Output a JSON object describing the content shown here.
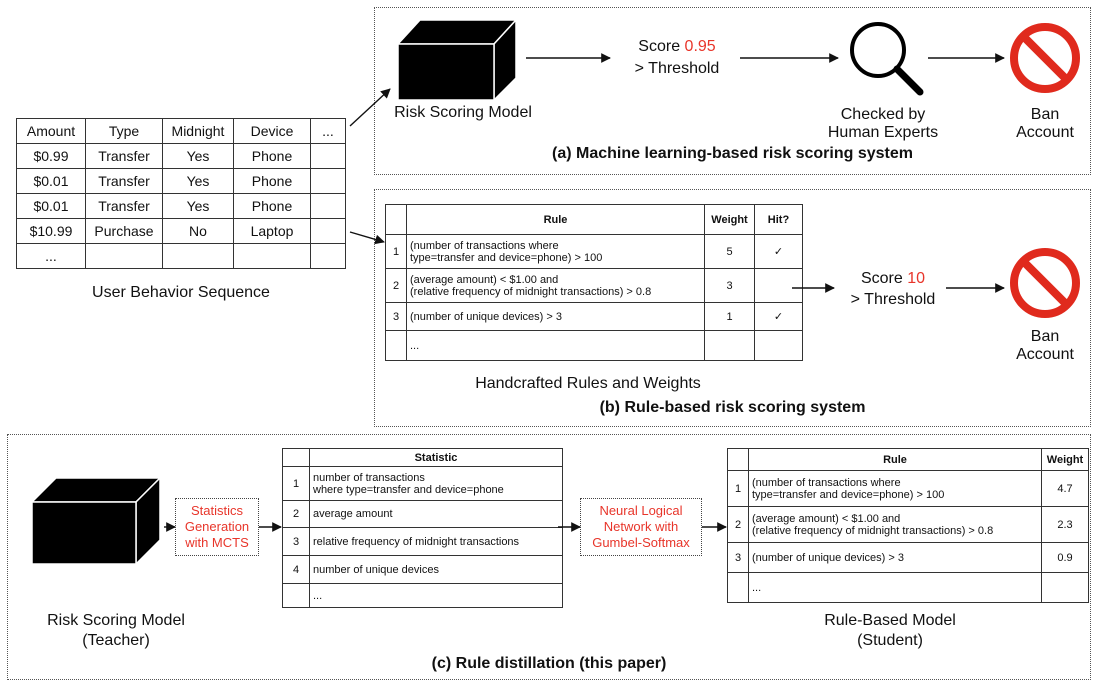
{
  "sequence": {
    "headers": [
      "Amount",
      "Type",
      "Midnight",
      "Device",
      "..."
    ],
    "rows": [
      [
        "$0.99",
        "Transfer",
        "Yes",
        "Phone",
        ""
      ],
      [
        "$0.01",
        "Transfer",
        "Yes",
        "Phone",
        ""
      ],
      [
        "$0.01",
        "Transfer",
        "Yes",
        "Phone",
        ""
      ],
      [
        "$10.99",
        "Purchase",
        "No",
        "Laptop",
        ""
      ],
      [
        "...",
        "",
        "",
        "",
        ""
      ]
    ],
    "caption": "User Behavior Sequence"
  },
  "panel_a": {
    "model_label": "Risk Scoring Model",
    "score_prefix": "Score ",
    "score_value": "0.95",
    "threshold": "> Threshold",
    "checked_line1": "Checked by",
    "checked_line2": "Human Experts",
    "ban_line1": "Ban",
    "ban_line2": "Account",
    "caption": "(a) Machine learning-based risk scoring system"
  },
  "panel_b": {
    "headers": [
      "",
      "Rule",
      "Weight",
      "Hit?"
    ],
    "rows": [
      {
        "n": "1",
        "rule1": "(number of transactions where",
        "rule2": "type=transfer and device=phone) > 100",
        "weight": "5",
        "hit": "✓"
      },
      {
        "n": "2",
        "rule1": "(average amount) < $1.00 and",
        "rule2": "(relative frequency of midnight transactions) > 0.8",
        "weight": "3",
        "hit": ""
      },
      {
        "n": "3",
        "rule1": "(number of unique devices) > 3",
        "rule2": "",
        "weight": "1",
        "hit": "✓"
      },
      {
        "n": "",
        "rule1": "...",
        "rule2": "",
        "weight": "",
        "hit": ""
      }
    ],
    "table_caption": "Handcrafted Rules and Weights",
    "score_prefix": "Score ",
    "score_value": "10",
    "threshold": "> Threshold",
    "ban_line1": "Ban",
    "ban_line2": "Account",
    "caption": "(b) Rule-based risk scoring system"
  },
  "panel_c": {
    "teacher_line1": "Risk Scoring Model",
    "teacher_line2": "(Teacher)",
    "mcts_line1": "Statistics",
    "mcts_line2": "Generation",
    "mcts_line3": "with MCTS",
    "stat_headers": [
      "",
      "Statistic"
    ],
    "stats": [
      {
        "n": "1",
        "s1": "number of transactions",
        "s2": "where type=transfer and device=phone"
      },
      {
        "n": "2",
        "s1": "average amount",
        "s2": ""
      },
      {
        "n": "3",
        "s1": "relative frequency of midnight transactions",
        "s2": ""
      },
      {
        "n": "4",
        "s1": "number of unique devices",
        "s2": ""
      },
      {
        "n": "",
        "s1": "...",
        "s2": ""
      }
    ],
    "nln_line1": "Neural Logical",
    "nln_line2": "Network with",
    "nln_line3": "Gumbel-Softmax",
    "rule_headers": [
      "",
      "Rule",
      "Weight"
    ],
    "rules": [
      {
        "n": "1",
        "r1": "(number of transactions where",
        "r2": "type=transfer and device=phone) > 100",
        "w": "4.7"
      },
      {
        "n": "2",
        "r1": "(average amount) < $1.00 and",
        "r2": "(relative frequency of midnight transactions) > 0.8",
        "w": "2.3"
      },
      {
        "n": "3",
        "r1": "(number of unique devices) > 3",
        "r2": "",
        "w": "0.9"
      },
      {
        "n": "",
        "r1": "...",
        "r2": "",
        "w": ""
      }
    ],
    "student_line1": "Rule-Based Model",
    "student_line2": "(Student)",
    "caption": "(c) Rule distillation (this paper)"
  },
  "colors": {
    "accent_red": "#e8352a",
    "ban_red": "#e02a1d"
  },
  "icons": [
    "cube-icon",
    "magnifier-icon",
    "ban-icon"
  ]
}
